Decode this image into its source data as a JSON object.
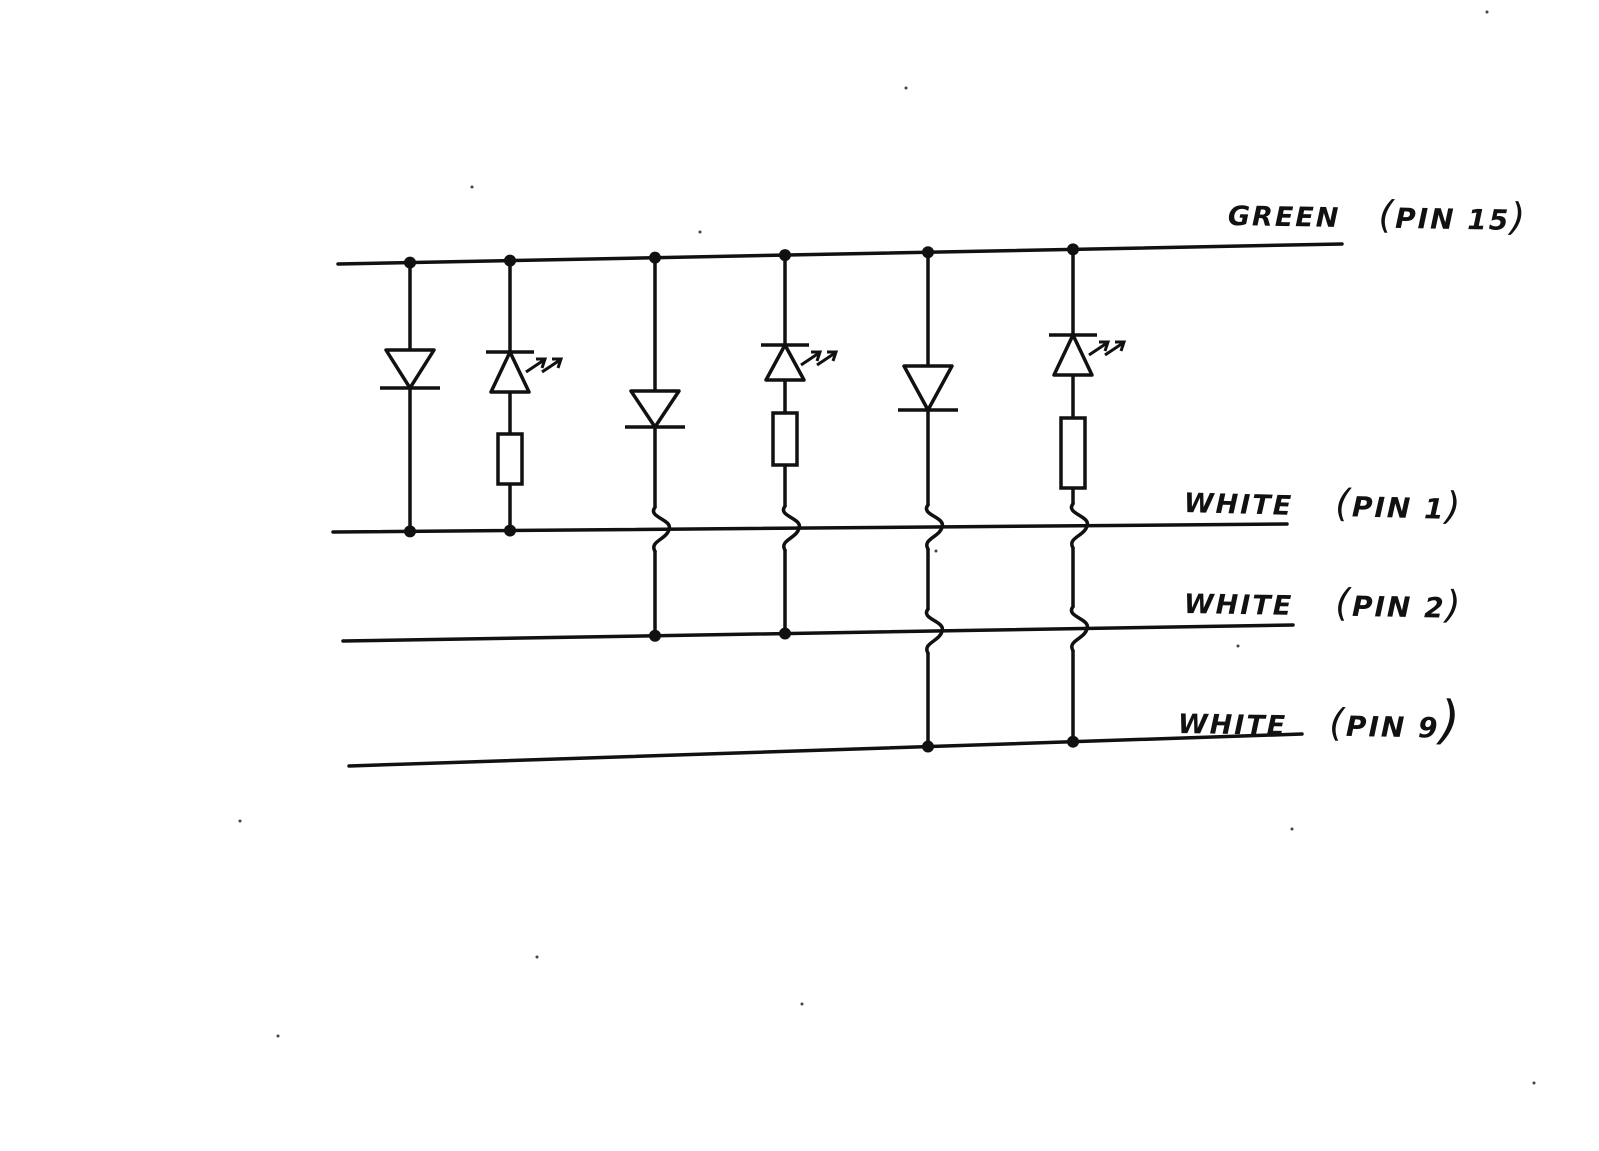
{
  "colors": {
    "paper": "#ffffff",
    "ink": "#111111"
  },
  "wires": [
    {
      "name": "GREEN",
      "pin": "PIN 15"
    },
    {
      "name": "WHITE",
      "pin": "PIN 1"
    },
    {
      "name": "WHITE",
      "pin": "PIN 2"
    },
    {
      "name": "WHITE",
      "pin": "PIN 9"
    }
  ],
  "branches": [
    {
      "component": "diode",
      "to_wire": 1
    },
    {
      "component": "led-with-resistor",
      "to_wire": 1
    },
    {
      "component": "diode",
      "to_wire": 2
    },
    {
      "component": "led-with-resistor",
      "to_wire": 2
    },
    {
      "component": "diode",
      "to_wire": 3
    },
    {
      "component": "led-with-resistor",
      "to_wire": 3
    }
  ]
}
